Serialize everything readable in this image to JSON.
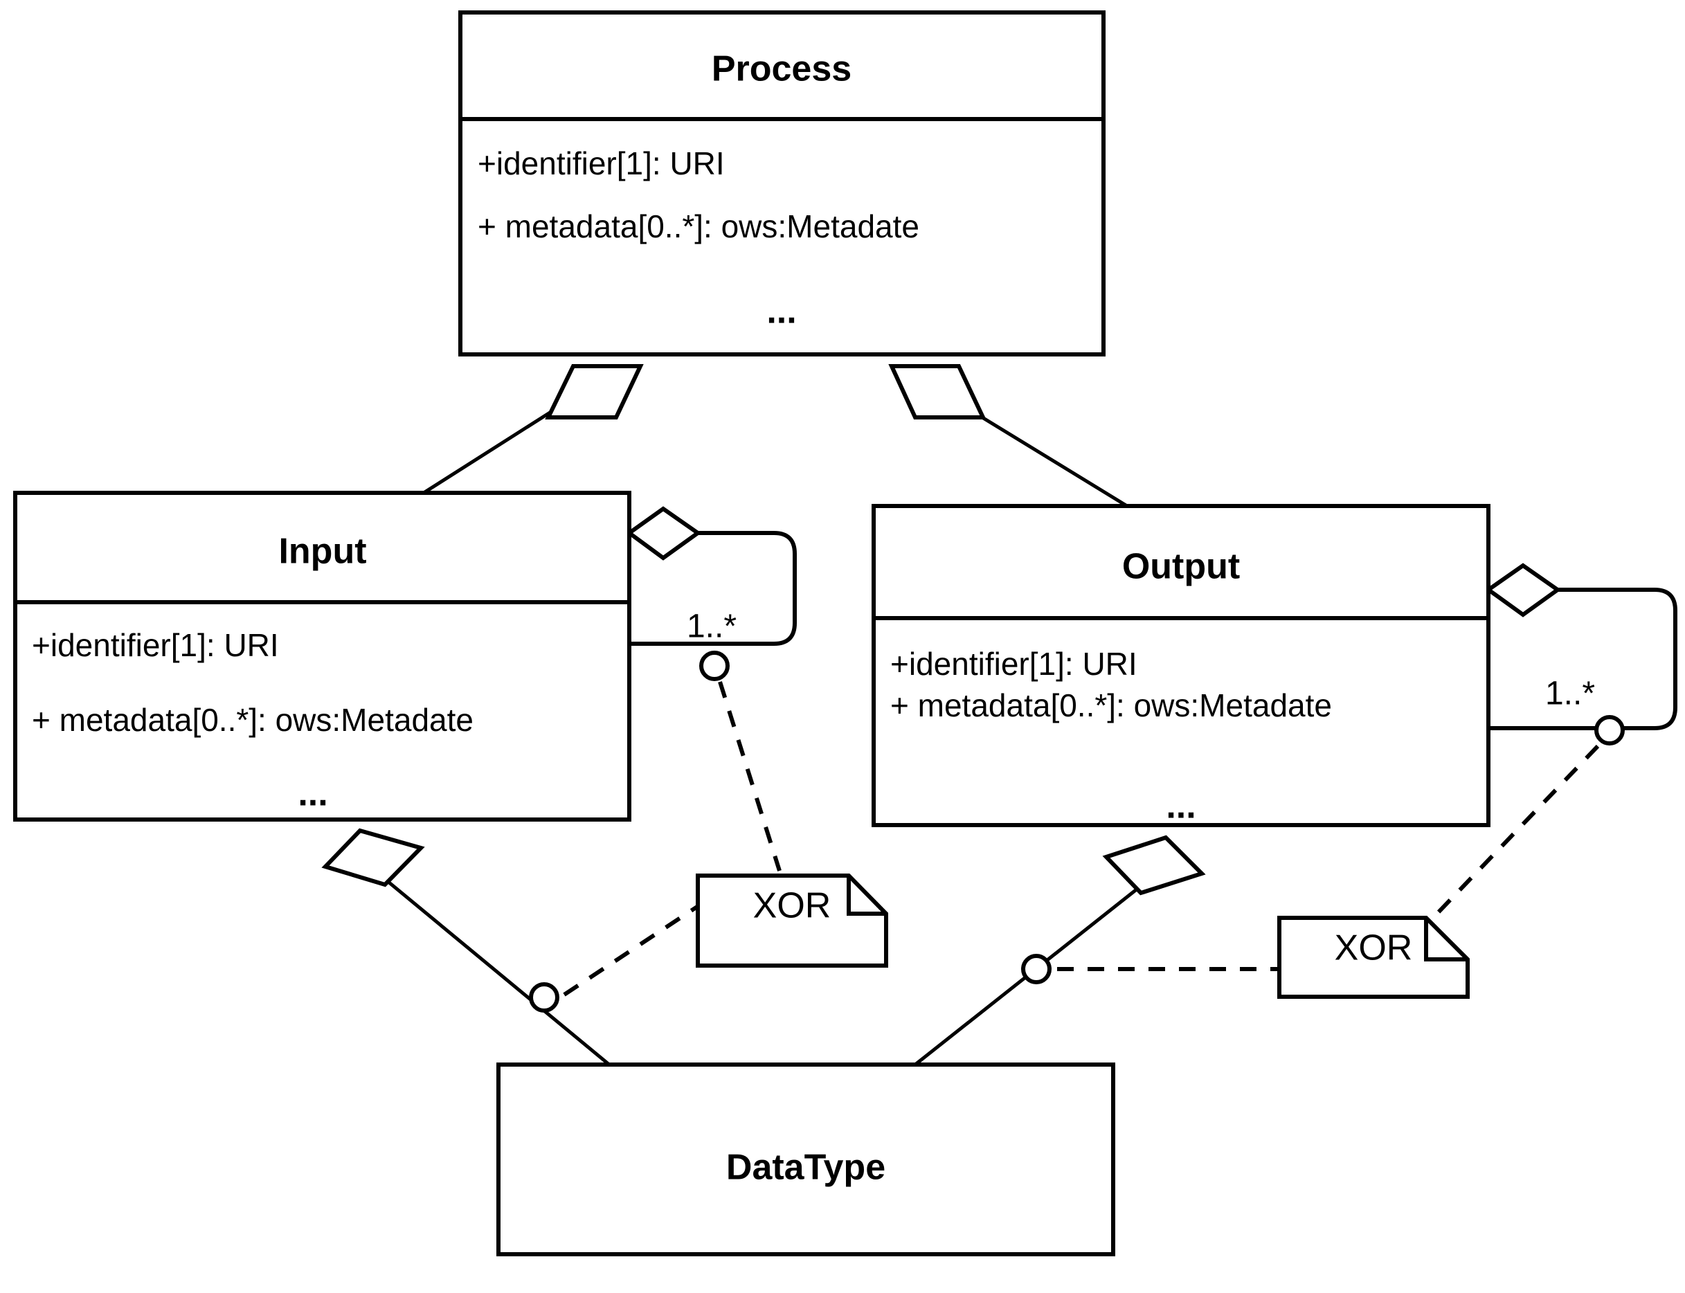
{
  "diagram": {
    "type": "uml-class-diagram",
    "background_color": "#ffffff",
    "line_color": "#000000"
  },
  "classes": {
    "process": {
      "name": "Process",
      "attributes": [
        "+identifier[1]: URI",
        "+ metadata[0..*]: ows:Metadate"
      ],
      "ellipsis": "..."
    },
    "input": {
      "name": "Input",
      "attributes": [
        "+identifier[1]: URI",
        "+ metadata[0..*]: ows:Metadate"
      ],
      "ellipsis": "..."
    },
    "output": {
      "name": "Output",
      "attributes": [
        "+identifier[1]: URI",
        "+ metadata[0..*]: ows:Metadate"
      ],
      "ellipsis": "..."
    },
    "datatype": {
      "name": "DataType",
      "attributes": [],
      "ellipsis": ""
    }
  },
  "notes": {
    "input_xor": {
      "label": "XOR"
    },
    "output_xor": {
      "label": "XOR"
    }
  },
  "multiplicities": {
    "input_self": "1..*",
    "output_self": "1..*"
  },
  "relationships": [
    {
      "from": "Process",
      "to": "Input",
      "kind": "aggregation"
    },
    {
      "from": "Process",
      "to": "Output",
      "kind": "aggregation"
    },
    {
      "from": "Input",
      "to": "Input",
      "kind": "aggregation-self",
      "multiplicity": "1..*"
    },
    {
      "from": "Output",
      "to": "Output",
      "kind": "aggregation-self",
      "multiplicity": "1..*"
    },
    {
      "from": "Input",
      "to": "DataType",
      "kind": "aggregation"
    },
    {
      "from": "Output",
      "to": "DataType",
      "kind": "aggregation"
    },
    {
      "from": "Input-self",
      "to": "input_xor",
      "kind": "xor-constraint"
    },
    {
      "from": "Input-DataType",
      "to": "input_xor",
      "kind": "xor-constraint"
    },
    {
      "from": "Output-self",
      "to": "output_xor",
      "kind": "xor-constraint"
    },
    {
      "from": "Output-DataType",
      "to": "output_xor",
      "kind": "xor-constraint"
    }
  ]
}
